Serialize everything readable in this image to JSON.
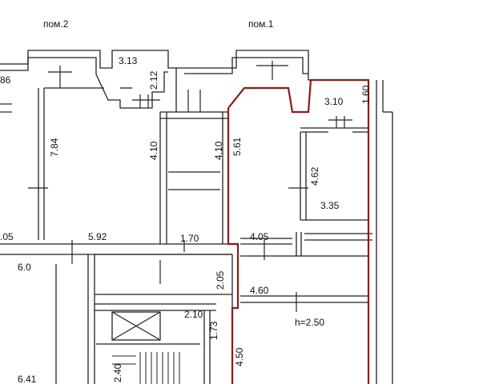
{
  "rooms": {
    "header_left": "пом.2",
    "header_right": "пом.1"
  },
  "dimensions": {
    "d_86": "86",
    "d_313": "3.13",
    "d_212": "2.12",
    "d_310": "3.10",
    "d_160": "1.60",
    "d_784": "7.84",
    "d_410a": "4.10",
    "d_410b": "4.10",
    "d_561": "5.61",
    "d_462": "4.62",
    "d_335": "3.35",
    "d_05": ".05",
    "d_592": "5.92",
    "d_170": "1.70",
    "d_405": "4.05",
    "d_60": "6.0",
    "d_205": "2.05",
    "d_460": "4.60",
    "d_210": "2.10",
    "d_173": "1.73",
    "d_h250": "h=2.50",
    "d_450": "4.50",
    "d_240": "2.40",
    "d_641": "6.41"
  },
  "colors": {
    "wall": "#222222",
    "highlight": "#8b1a1a"
  }
}
